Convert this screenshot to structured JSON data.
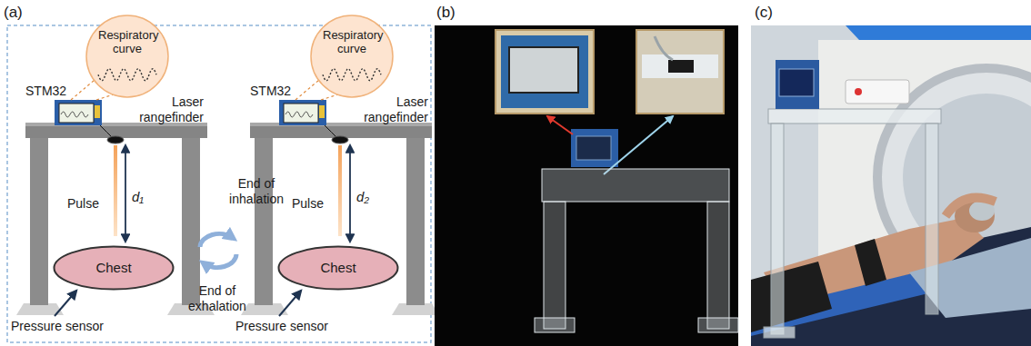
{
  "diagram": {
    "nodes": [
      {
        "text": [
          "Respiratory curve"
        ]
      },
      {
        "text": [
          "Respiratory curve"
        ]
      },
      {
        "text": [
          "Chest"
        ]
      },
      {
        "text": [
          "Chest"
        ]
      }
    ],
    "labels": [
      "(a)",
      "(b)",
      "(c)",
      "STM32",
      "Laser rangefinder",
      "Pulse",
      "d₁",
      "Pressure sensor",
      "End of inhalation",
      "End of exhalation",
      "STM32",
      "Laser rangefinder",
      "Pulse",
      "d₂",
      "Pressure sensor"
    ]
  }
}
